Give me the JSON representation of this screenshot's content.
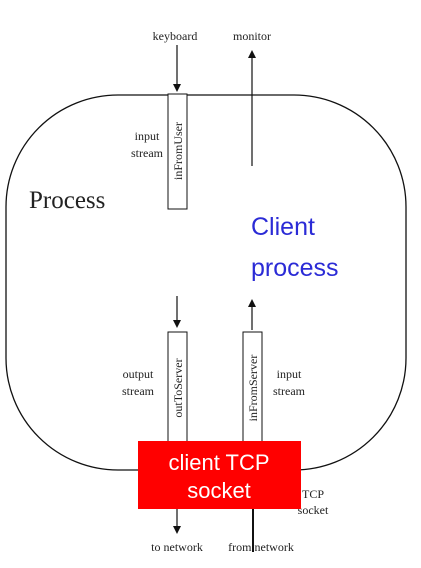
{
  "diagram": {
    "top_labels": {
      "keyboard": "keyboard",
      "monitor": "monitor"
    },
    "process_label": "Process",
    "client_process": {
      "line1": "Client",
      "line2": "process"
    },
    "streams": {
      "inFromUser": {
        "name": "inFromUser",
        "side_line1": "input",
        "side_line2": "stream"
      },
      "outToServer": {
        "name": "outToServer",
        "side_line1": "output",
        "side_line2": "stream"
      },
      "inFromServer": {
        "name": "inFromServer",
        "side_line1": "input",
        "side_line2": "stream"
      }
    },
    "socket_box": {
      "line1": "client TCP",
      "line2": "socket"
    },
    "socket_side": {
      "line1": "TCP",
      "line2": "socket"
    },
    "bottom_labels": {
      "to_network": "to network",
      "from_network": "from network"
    },
    "colors": {
      "client_process_text": "#2b2bd6",
      "socket_fill": "#ff0000",
      "socket_text": "#ffffff",
      "lines": "#111111"
    }
  }
}
